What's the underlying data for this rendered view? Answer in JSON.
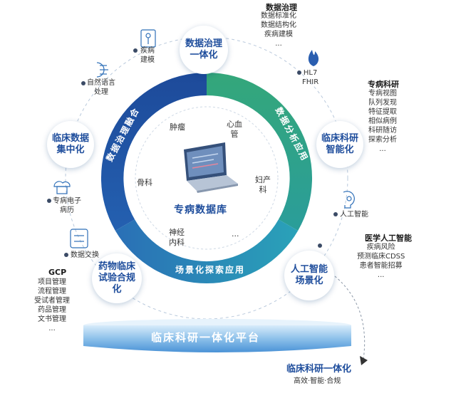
{
  "center_title": "专病数据库",
  "ring": {
    "left": "数据治理融合",
    "right": "数据分析应用",
    "bottom": "场景化探索应用"
  },
  "inner_labels": [
    "肿瘤",
    "心血\n管",
    "骨科",
    "妇产\n科",
    "神经\n内科",
    "..."
  ],
  "bubbles": {
    "top": "数据治理\n一体化",
    "left": "临床数据\n集中化",
    "right": "临床科研\n智能化",
    "bottom_left": "药物临床\n试验合规\n化",
    "bottom_right": "人工智能\n场景化"
  },
  "satellites": {
    "disease_modeling": "疾病\n建模",
    "nlp": "自然语言\n处理",
    "emr": "专病电子\n病历",
    "data_exchange": "数据交换",
    "hl7": "HL7\nFHIR",
    "ai": "人工智能"
  },
  "side_lists": {
    "governance": {
      "title": "数据治理",
      "items": "数据标准化\n数据结构化\n疾病建模\n..."
    },
    "research": {
      "title": "专病科研",
      "items": "专病视图\n队列发现\n特征提取\n相似病例\n科研随访\n探索分析\n..."
    },
    "medical_ai": {
      "title": "医学人工智能",
      "items": "疾病风险\n预测临床CDSS\n患者智能招募\n..."
    },
    "gcp": {
      "title": "GCP",
      "items": "项目管理\n流程管理\n受试者管理\n药品管理\n文书管理\n..."
    }
  },
  "platform": "临床科研一体化平台",
  "footer": {
    "title": "临床科研一体化",
    "subtitle": "高效·智能·合规"
  },
  "colors": {
    "dark_blue": "#1f4e9c",
    "green": "#2ea682",
    "teal": "#2a8fb8",
    "light_blue": "#9ec9ec"
  }
}
